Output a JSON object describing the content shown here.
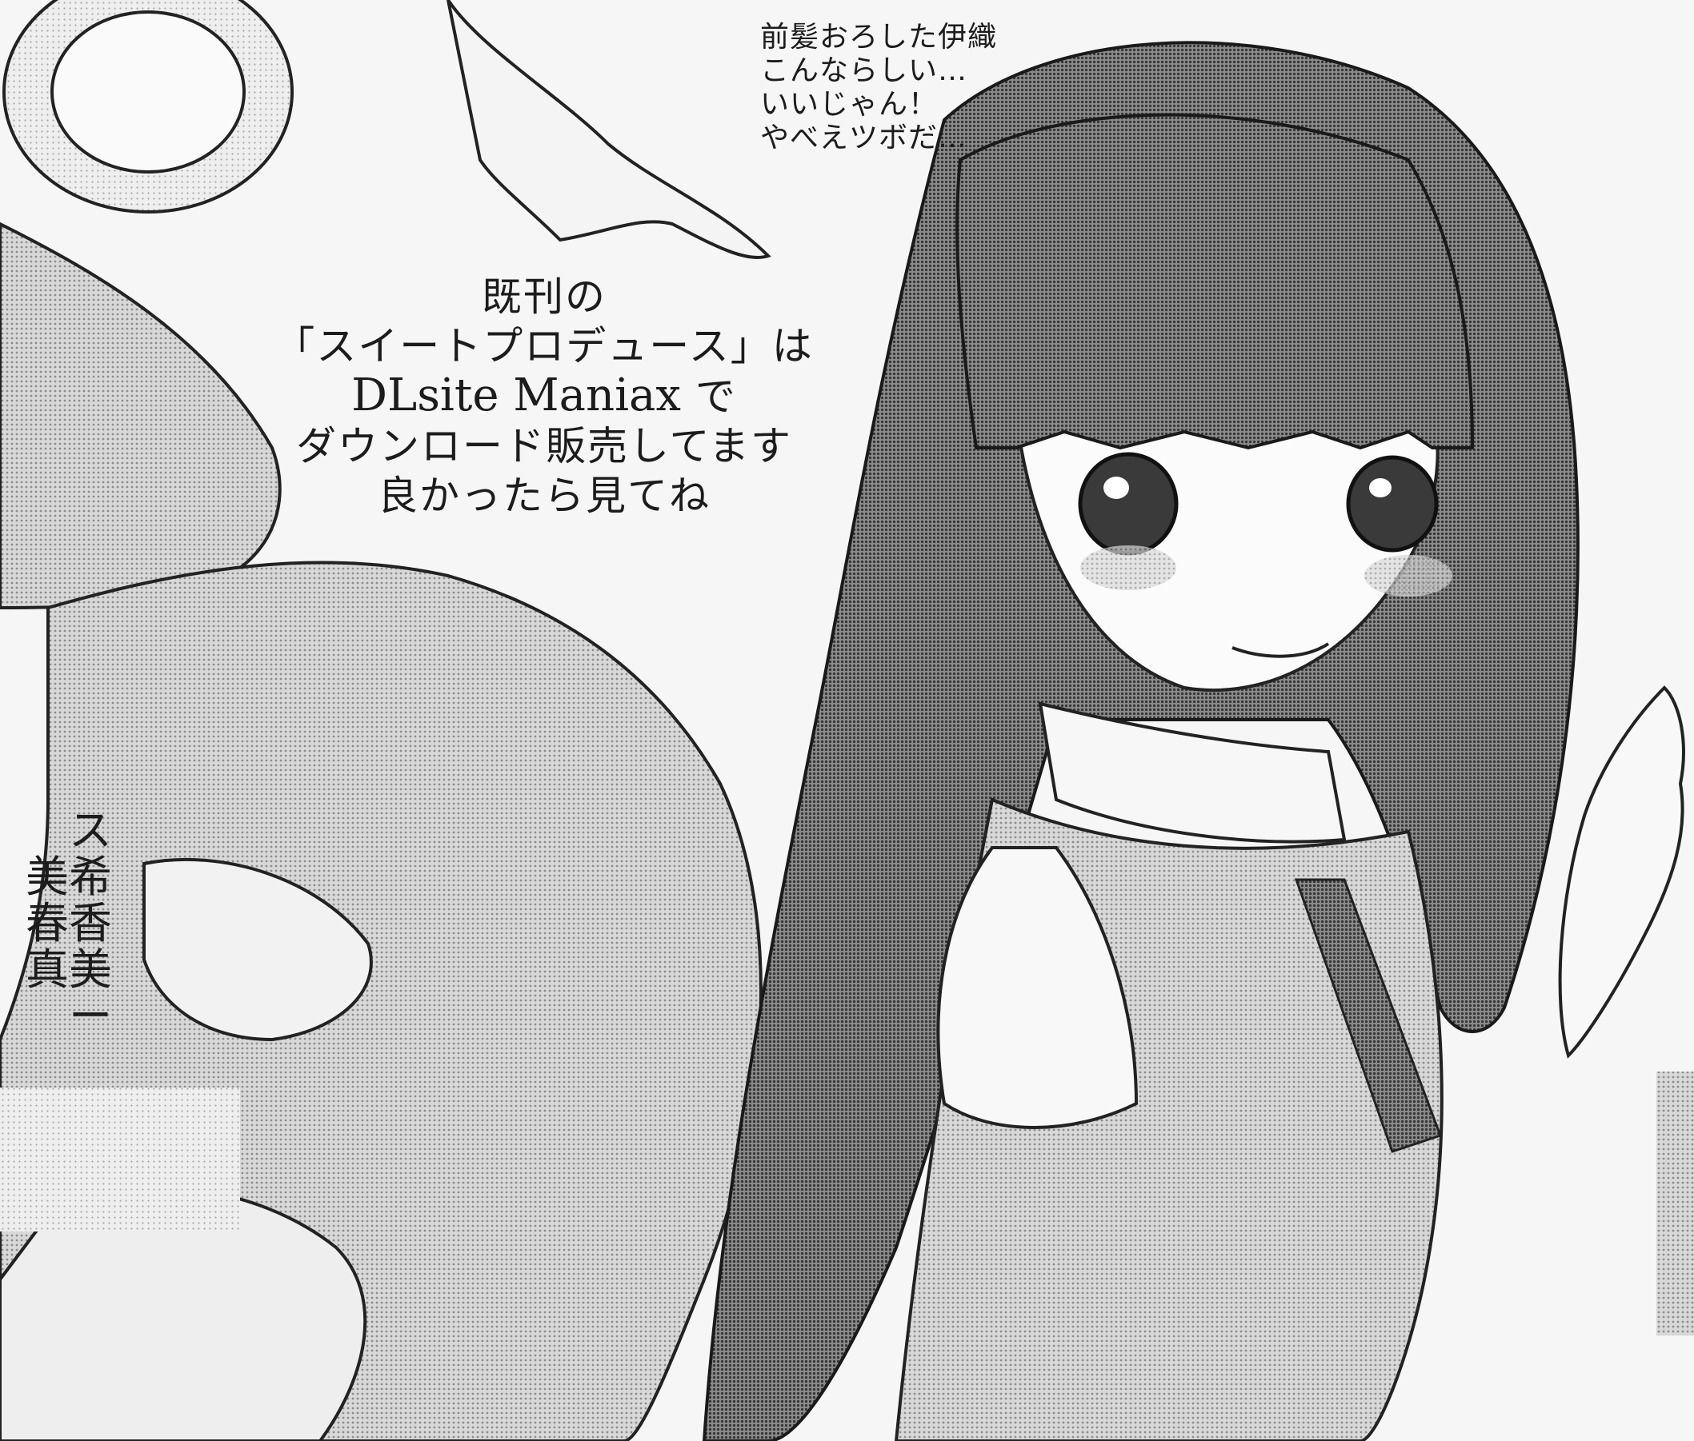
{
  "note": {
    "lines": [
      "前髪おろした伊織",
      "こんならしい…",
      "いいじゃん！",
      "やべえツボだ…"
    ]
  },
  "promo": {
    "line1": "既刊の",
    "line2": "「スイートプロデュース」は",
    "brand": "DLsite Maniax",
    "brand_suffix": "で",
    "line4": "ダウンロード販売してます",
    "line5": "良かったら見てね"
  },
  "side_credits": {
    "lines": [
      "ス",
      "美希",
      "春香",
      "真美",
      "ー"
    ]
  }
}
